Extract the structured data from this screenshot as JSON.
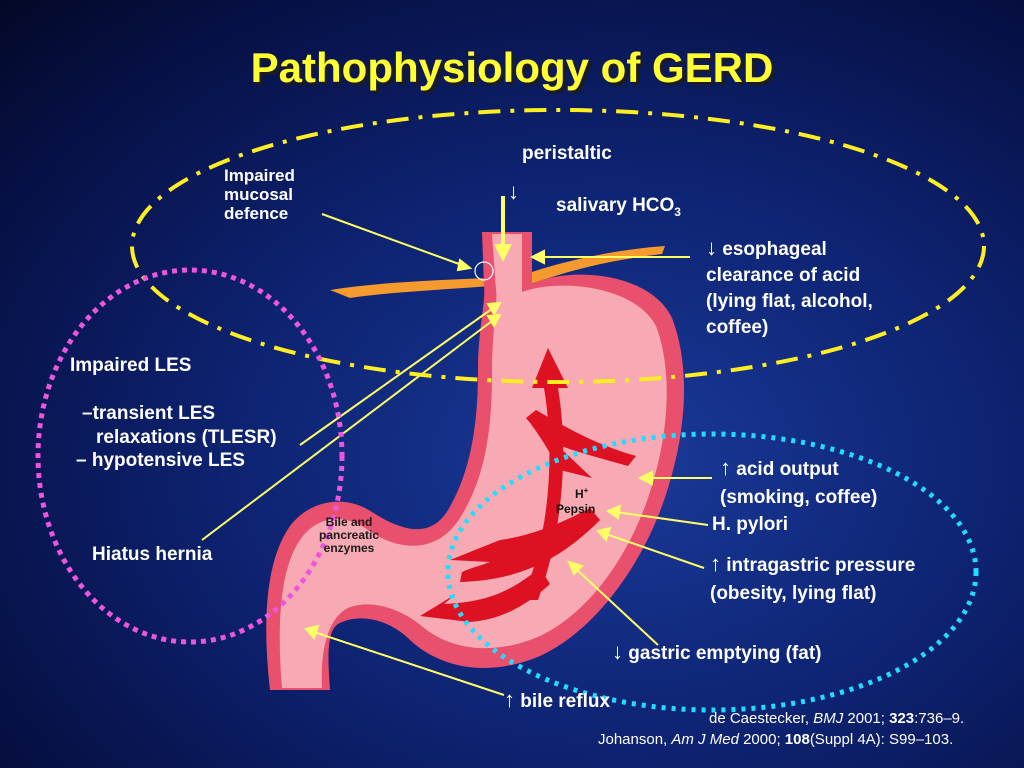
{
  "title": "Pathophysiology of GERD",
  "labels": {
    "peristaltic": "peristaltic",
    "salivary": "salivary HCO",
    "salivary_sub": "3",
    "impaired_mucosal_1": "Impaired",
    "impaired_mucosal_2": "mucosal",
    "impaired_mucosal_3": "defence",
    "esophageal_clearance_1": "esophageal",
    "esophageal_clearance_2": "clearance of acid",
    "esophageal_clearance_3": "(lying flat, alcohol,",
    "esophageal_clearance_4": "coffee)",
    "impaired_les": "Impaired LES",
    "transient_les_1": "–transient LES",
    "transient_les_2": "relaxations (TLESR)",
    "hypotensive_les": "– hypotensive LES",
    "hiatus_hernia": "Hiatus hernia",
    "acid_output_1": "acid output",
    "acid_output_2": "(smoking, coffee)",
    "h_pylori": "H. pylori",
    "intragastric_1": "intragastric pressure",
    "intragastric_2": "(obesity, lying flat)",
    "gastric_emptying": "gastric emptying (fat)",
    "bile_reflux": "bile reflux",
    "h_plus": "H",
    "h_plus_sup": "+",
    "pepsin": "Pepsin",
    "bile_1": "Bile and",
    "bile_2": "pancreatic",
    "bile_3": "enzymes"
  },
  "arrows": {
    "down": "↓",
    "up": "↑"
  },
  "references": {
    "ref1_a": "de Caestecker, ",
    "ref1_journal": "BMJ",
    "ref1_b": " 2001; ",
    "ref1_vol": "323",
    "ref1_c": ":736–9.",
    "ref2_a": "Johanson, ",
    "ref2_journal": "Am J Med",
    "ref2_b": " 2000; ",
    "ref2_vol": "108",
    "ref2_c": "(Suppl 4A): S99–103."
  },
  "colors": {
    "title": "#ffff33",
    "background": "#0d2270",
    "stomach_outer": "#e8506e",
    "stomach_inner": "#f7aab4",
    "reflux_arrows": "#dd1122",
    "pointer_lines": "#ffff66",
    "ellipse_yellow": "#ffee22",
    "ellipse_pink": "#ee55dd",
    "ellipse_cyan": "#22ddff",
    "nerves": "#f59a2e"
  }
}
